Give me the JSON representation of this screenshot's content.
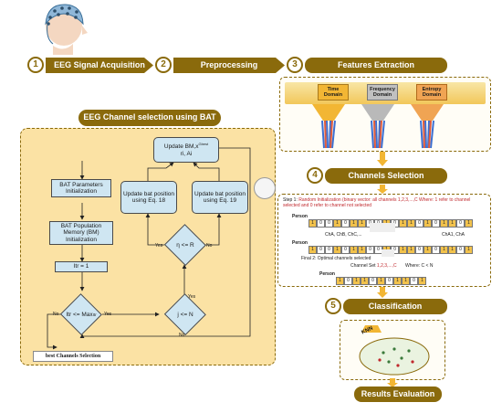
{
  "stages": {
    "s1": {
      "num": "1",
      "label": "EEG Signal Acquisition"
    },
    "s2": {
      "num": "2",
      "label": "Preprocessing"
    },
    "s3": {
      "num": "3",
      "label": "Features Extraction"
    },
    "s4": {
      "num": "4",
      "label": "Channels Selection"
    },
    "s5": {
      "num": "5",
      "label": "Classification"
    },
    "s6": {
      "label": "Results Evaluation"
    }
  },
  "features": {
    "time": "Time Domain",
    "frequency": "Frequency Domain",
    "entropy": "Entropy Domain"
  },
  "bat_panel": {
    "title": "EEG Channel selection using BAT",
    "init": "BAT Parameters Initialization",
    "memory": "BAT Population Memory (BM) Initialization",
    "itr_init": "Itr = 1",
    "itr_cond": "Itr <= Max",
    "itr_sub": "Itr",
    "j_cond": "j <= N",
    "eta_cond": "η <= R",
    "update_18": "Update bat position using Eq. 18",
    "update_19": "Update bat position using Eq. 19",
    "update_bm": "Update BM,x",
    "update_bm_sup": "Gbest",
    "update_bm_line2": "ri, Ai",
    "best": "best Channels Selection",
    "yes": "Yes",
    "no": "No"
  },
  "channel_panel": {
    "step1": "Step 1:",
    "step1_text": "Random Initialization (binary vector: all channels",
    "step1_set": "1,2,3,...,C",
    "step1_tail": "Where: 1 refer to channel selected and 0 refer to channel not selected",
    "person": "Person",
    "row1": [
      "1",
      "0",
      "0",
      "1",
      "0",
      "1",
      "1",
      "0",
      "0",
      "1",
      "0",
      "1",
      "1",
      "0",
      "1",
      "0",
      "1",
      "1",
      "0",
      "1"
    ],
    "labels_mid": "ChA,  ChB, ChC,...",
    "labels_right": "ChA1,  ChA",
    "row2": [
      "1",
      "0",
      "0",
      "1",
      "0",
      "1",
      "1",
      "0",
      "0",
      "1",
      "0",
      "1",
      "1",
      "0",
      "1",
      "0",
      "1",
      "1",
      "0",
      "1"
    ],
    "final": "Final 2:  Optimal channels selected",
    "final_sub": "Channel Set",
    "final_set": "1,2,3,...,C",
    "final_where": "Where:  C < N",
    "row3": [
      "1",
      "0",
      "1",
      "1",
      "0",
      "1",
      "0",
      "1",
      "1",
      "0",
      "1"
    ]
  },
  "knn": "KNN"
}
